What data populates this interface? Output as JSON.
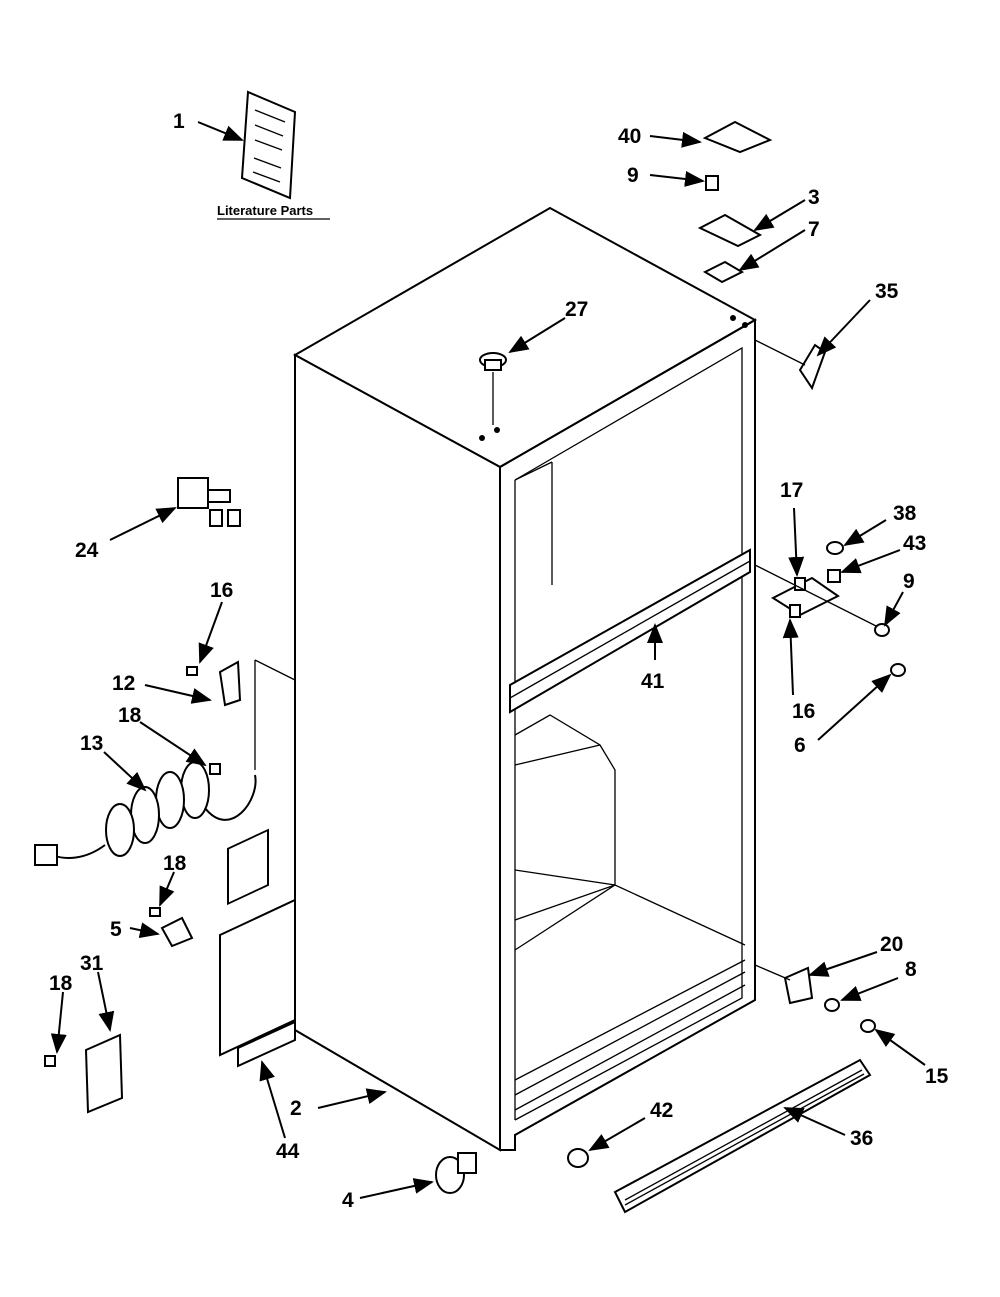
{
  "literature": {
    "label": "Literature Parts"
  },
  "callouts": {
    "c1": "1",
    "c2": "2",
    "c3": "3",
    "c4": "4",
    "c5": "5",
    "c6": "6",
    "c7": "7",
    "c8": "8",
    "c9a": "9",
    "c9b": "9",
    "c12": "12",
    "c13": "13",
    "c15": "15",
    "c16a": "16",
    "c16b": "16",
    "c17": "17",
    "c18a": "18",
    "c18b": "18",
    "c18c": "18",
    "c20": "20",
    "c24": "24",
    "c27": "27",
    "c31": "31",
    "c35": "35",
    "c36": "36",
    "c38": "38",
    "c40": "40",
    "c41": "41",
    "c42": "42",
    "c43": "43",
    "c44": "44"
  }
}
